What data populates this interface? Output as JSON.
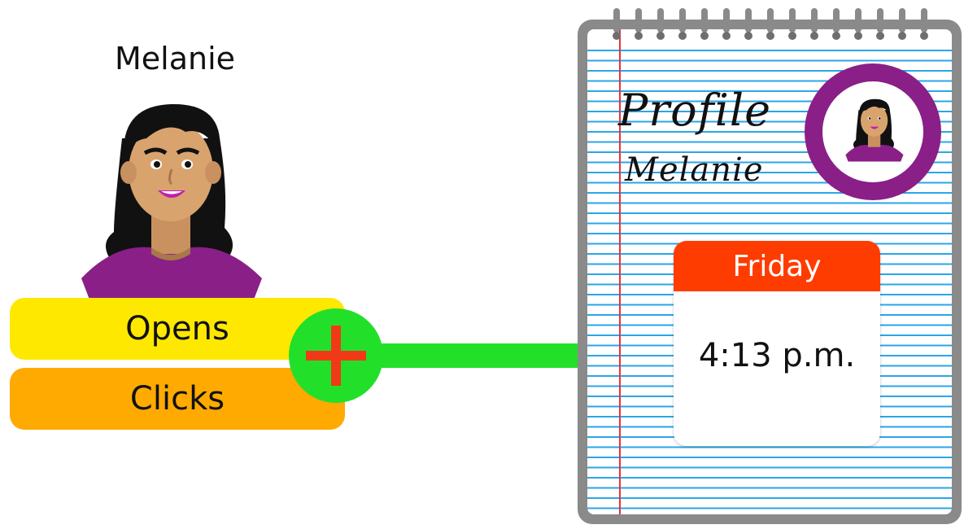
{
  "person": {
    "name": "Melanie"
  },
  "actions": {
    "opens_label": "Opens",
    "clicks_label": "Clicks"
  },
  "profile": {
    "title": "Profile",
    "name": "Melanie"
  },
  "calendar": {
    "day": "Friday",
    "time": "4:13 p.m."
  },
  "colors": {
    "opens": "#ffe800",
    "clicks": "#ffaa00",
    "plus_circle": "#22e02a",
    "plus_sign": "#f03a17",
    "arrow": "#22e02a",
    "calendar_header": "#ff3c00",
    "avatar_ring": "#8a1f88",
    "shirt": "#8a1f88",
    "notebook_lines": "#2aa6e8",
    "margin_line": "#e8333a"
  },
  "icons": {
    "plus": "plus-icon",
    "arrow": "arrow-right-icon",
    "avatar": "woman-avatar-icon",
    "notebook": "spiral-notebook-icon"
  }
}
